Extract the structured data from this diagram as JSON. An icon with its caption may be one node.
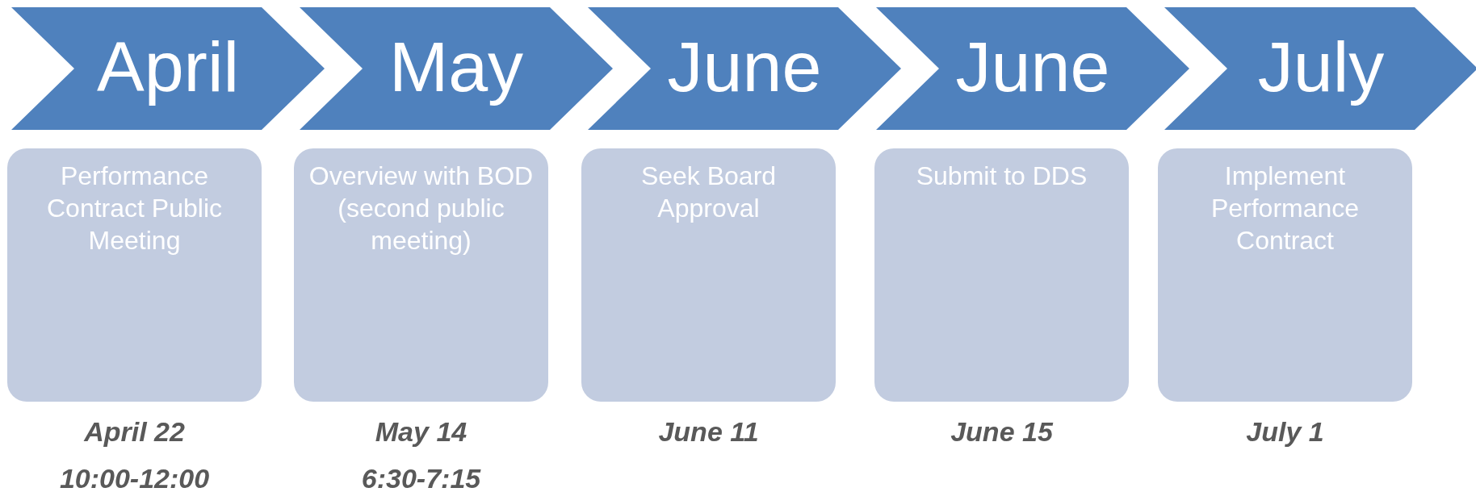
{
  "diagram": {
    "nodes": [
      {
        "text": [
          "April"
        ]
      },
      {
        "text": [
          "May"
        ]
      },
      {
        "text": [
          "June"
        ]
      },
      {
        "text": [
          "June"
        ]
      },
      {
        "text": [
          "July"
        ]
      },
      {
        "text": [
          "Performance Contract Public Meeting"
        ],
        "beside": [
          "April 22",
          "10:00-12:00"
        ]
      },
      {
        "text": [
          "Overview with BOD (second  public meeting)"
        ],
        "beside": [
          "May 14",
          "6:30-7:15"
        ]
      },
      {
        "text": [
          "Seek Board Approval"
        ],
        "beside": [
          "June 11"
        ]
      },
      {
        "text": [
          "Submit to DDS"
        ],
        "beside": [
          "June 15"
        ]
      },
      {
        "text": [
          "Implement Performance Contract"
        ],
        "beside": [
          "July 1"
        ]
      }
    ]
  }
}
